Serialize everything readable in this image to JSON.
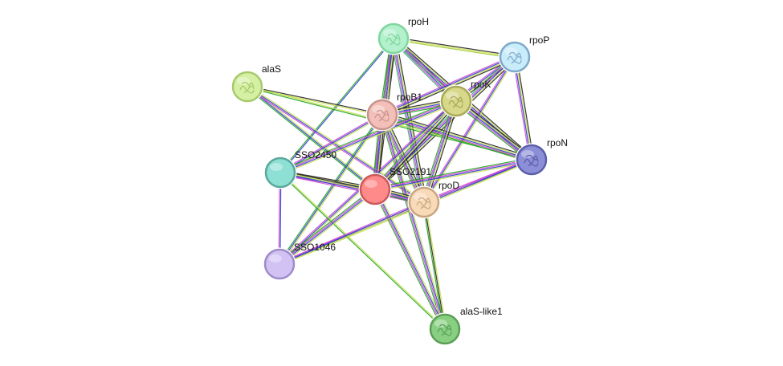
{
  "network": {
    "nodes": [
      {
        "id": "rpoH",
        "label": "rpoH",
        "fill": "#b3f0cc",
        "stroke": "#7fd69e",
        "icon": "protein-structure-icon"
      },
      {
        "id": "rpoP",
        "label": "rpoP",
        "fill": "#c8ecfa",
        "stroke": "#7fa9c8",
        "icon": "protein-structure-icon"
      },
      {
        "id": "alaS",
        "label": "alaS",
        "fill": "#d5f0a3",
        "stroke": "#a7c96e",
        "icon": "protein-structure-icon"
      },
      {
        "id": "rpoB1",
        "label": "rpoB1",
        "fill": "#f3bfb9",
        "stroke": "#c9938d",
        "icon": "protein-structure-icon"
      },
      {
        "id": "rpoK",
        "label": "rpoK",
        "fill": "#d8d88a",
        "stroke": "#a9a95a",
        "icon": "protein-structure-icon"
      },
      {
        "id": "rpoN",
        "label": "rpoN",
        "fill": "#8c8fd8",
        "stroke": "#5c5ea8",
        "icon": "protein-structure-icon"
      },
      {
        "id": "SSO2450",
        "label": "SSO2450",
        "fill": "#8ee0d4",
        "stroke": "#5aa89c",
        "icon": "empty-node-icon"
      },
      {
        "id": "SSO2191",
        "label": "SSO2191",
        "fill": "#ff8a8a",
        "stroke": "#c95a5a",
        "icon": "empty-node-icon"
      },
      {
        "id": "rpoD",
        "label": "rpoD",
        "fill": "#f8d9b8",
        "stroke": "#c9a680",
        "icon": "protein-structure-icon"
      },
      {
        "id": "SSO1046",
        "label": "SSO1046",
        "fill": "#d2c2f4",
        "stroke": "#9e8cc8",
        "icon": "empty-node-icon"
      },
      {
        "id": "alaS-like1",
        "label": "alaS-like1",
        "fill": "#88cf82",
        "stroke": "#5c9e56",
        "icon": "protein-structure-icon"
      }
    ],
    "edges": [
      {
        "a": "rpoH",
        "b": "rpoP",
        "colors": [
          "#222222",
          "#d4e157",
          "#9acd32"
        ]
      },
      {
        "a": "rpoH",
        "b": "rpoK",
        "colors": [
          "#222222",
          "#c8e04a",
          "#2e3bd1",
          "#d046d0",
          "#3cb371"
        ]
      },
      {
        "a": "rpoH",
        "b": "rpoB1",
        "colors": [
          "#222222",
          "#d4e157",
          "#2e3bd1",
          "#d046d0",
          "#1fa51f"
        ]
      },
      {
        "a": "rpoH",
        "b": "rpoN",
        "colors": [
          "#222222",
          "#c8e04a",
          "#2e3bd1",
          "#d046d0",
          "#3cb371"
        ]
      },
      {
        "a": "rpoH",
        "b": "SSO2191",
        "colors": [
          "#222222",
          "#c8e04a",
          "#2e3bd1",
          "#d046d0",
          "#1fa51f"
        ]
      },
      {
        "a": "rpoH",
        "b": "rpoD",
        "colors": [
          "#222222",
          "#c8e04a",
          "#2e3bd1",
          "#d046d0",
          "#3cb371"
        ]
      },
      {
        "a": "rpoH",
        "b": "SSO2450",
        "colors": [
          "#2e3bd1",
          "#1fa51f"
        ]
      },
      {
        "a": "rpoP",
        "b": "rpoK",
        "colors": [
          "#222222",
          "#c8e04a",
          "#2e3bd1",
          "#d046d0"
        ]
      },
      {
        "a": "rpoP",
        "b": "rpoB1",
        "colors": [
          "#222222",
          "#c8e04a",
          "#2e3bd1",
          "#d046d0"
        ]
      },
      {
        "a": "rpoP",
        "b": "rpoN",
        "colors": [
          "#222222",
          "#c8e04a",
          "#2e3bd1",
          "#d046d0"
        ]
      },
      {
        "a": "rpoP",
        "b": "SSO2191",
        "colors": [
          "#222222",
          "#c8e04a",
          "#2e3bd1",
          "#d046d0",
          "#3cb371"
        ]
      },
      {
        "a": "rpoP",
        "b": "rpoD",
        "colors": [
          "#c8e04a",
          "#2e3bd1",
          "#d046d0"
        ]
      },
      {
        "a": "alaS",
        "b": "rpoB1",
        "colors": [
          "#222222",
          "#c8e04a"
        ]
      },
      {
        "a": "alaS",
        "b": "SSO2191",
        "colors": [
          "#c8e04a",
          "#2e3bd1",
          "#1fa51f"
        ]
      },
      {
        "a": "alaS",
        "b": "rpoD",
        "colors": [
          "#c8e04a",
          "#2e3bd1",
          "#d046d0"
        ]
      },
      {
        "a": "alaS",
        "b": "rpoN",
        "colors": [
          "#c8e04a",
          "#1fa51f"
        ]
      },
      {
        "a": "rpoB1",
        "b": "rpoK",
        "colors": [
          "#222222",
          "#c8e04a",
          "#2e3bd1",
          "#d046d0",
          "#1fa51f"
        ]
      },
      {
        "a": "rpoB1",
        "b": "rpoN",
        "colors": [
          "#222222",
          "#c8e04a",
          "#2e3bd1",
          "#d046d0",
          "#1fa51f"
        ]
      },
      {
        "a": "rpoB1",
        "b": "SSO2191",
        "colors": [
          "#222222",
          "#c8e04a",
          "#2e3bd1",
          "#d046d0",
          "#1fa51f"
        ]
      },
      {
        "a": "rpoB1",
        "b": "rpoD",
        "colors": [
          "#222222",
          "#c8e04a",
          "#2e3bd1",
          "#d046d0",
          "#1fa51f"
        ]
      },
      {
        "a": "rpoB1",
        "b": "SSO2450",
        "colors": [
          "#c8e04a",
          "#2e3bd1",
          "#d046d0"
        ]
      },
      {
        "a": "rpoB1",
        "b": "SSO1046",
        "colors": [
          "#c8e04a",
          "#2e3bd1",
          "#1fa51f"
        ]
      },
      {
        "a": "rpoB1",
        "b": "alaS-like1",
        "colors": [
          "#c8e04a",
          "#2e3bd1",
          "#d046d0",
          "#1fa51f"
        ]
      },
      {
        "a": "rpoK",
        "b": "rpoN",
        "colors": [
          "#222222",
          "#c8e04a",
          "#2e3bd1",
          "#d046d0",
          "#1fa51f"
        ]
      },
      {
        "a": "rpoK",
        "b": "SSO2191",
        "colors": [
          "#222222",
          "#c8e04a",
          "#2e3bd1",
          "#d046d0",
          "#1fa51f"
        ]
      },
      {
        "a": "rpoK",
        "b": "rpoD",
        "colors": [
          "#222222",
          "#c8e04a",
          "#2e3bd1",
          "#d046d0",
          "#1fa51f"
        ]
      },
      {
        "a": "rpoK",
        "b": "SSO2450",
        "colors": [
          "#c8e04a",
          "#2e3bd1",
          "#d046d0",
          "#1fa51f"
        ]
      },
      {
        "a": "rpoK",
        "b": "SSO1046",
        "colors": [
          "#c8e04a",
          "#2e3bd1",
          "#d046d0"
        ]
      },
      {
        "a": "rpoN",
        "b": "SSO2191",
        "colors": [
          "#c8e04a",
          "#2e3bd1",
          "#d046d0",
          "#1fa51f"
        ]
      },
      {
        "a": "rpoN",
        "b": "rpoD",
        "colors": [
          "#c8e04a",
          "#2e3bd1",
          "#d046d0"
        ]
      },
      {
        "a": "rpoN",
        "b": "SSO1046",
        "colors": [
          "#c8e04a",
          "#2e3bd1",
          "#d046d0"
        ]
      },
      {
        "a": "SSO2450",
        "b": "SSO2191",
        "colors": [
          "#222222",
          "#c8e04a",
          "#2e3bd1",
          "#d046d0"
        ]
      },
      {
        "a": "SSO2450",
        "b": "rpoD",
        "colors": [
          "#222222",
          "#c8e04a",
          "#2e3bd1",
          "#d046d0"
        ]
      },
      {
        "a": "SSO2450",
        "b": "SSO1046",
        "colors": [
          "#2e3bd1",
          "#d046d0"
        ]
      },
      {
        "a": "SSO2450",
        "b": "alaS-like1",
        "colors": [
          "#c8e04a",
          "#1fa51f"
        ]
      },
      {
        "a": "SSO2191",
        "b": "rpoD",
        "colors": [
          "#222222",
          "#c8e04a",
          "#2e3bd1",
          "#d046d0",
          "#1fa51f"
        ]
      },
      {
        "a": "SSO2191",
        "b": "SSO1046",
        "colors": [
          "#c8e04a",
          "#2e3bd1",
          "#d046d0",
          "#1fa51f"
        ]
      },
      {
        "a": "SSO2191",
        "b": "alaS-like1",
        "colors": [
          "#c8e04a",
          "#2e3bd1",
          "#d046d0",
          "#1fa51f"
        ]
      },
      {
        "a": "rpoD",
        "b": "SSO1046",
        "colors": [
          "#c8e04a",
          "#2e3bd1",
          "#d046d0"
        ]
      },
      {
        "a": "rpoD",
        "b": "alaS-like1",
        "colors": [
          "#c8e04a",
          "#222222",
          "#1fa51f"
        ]
      }
    ]
  }
}
